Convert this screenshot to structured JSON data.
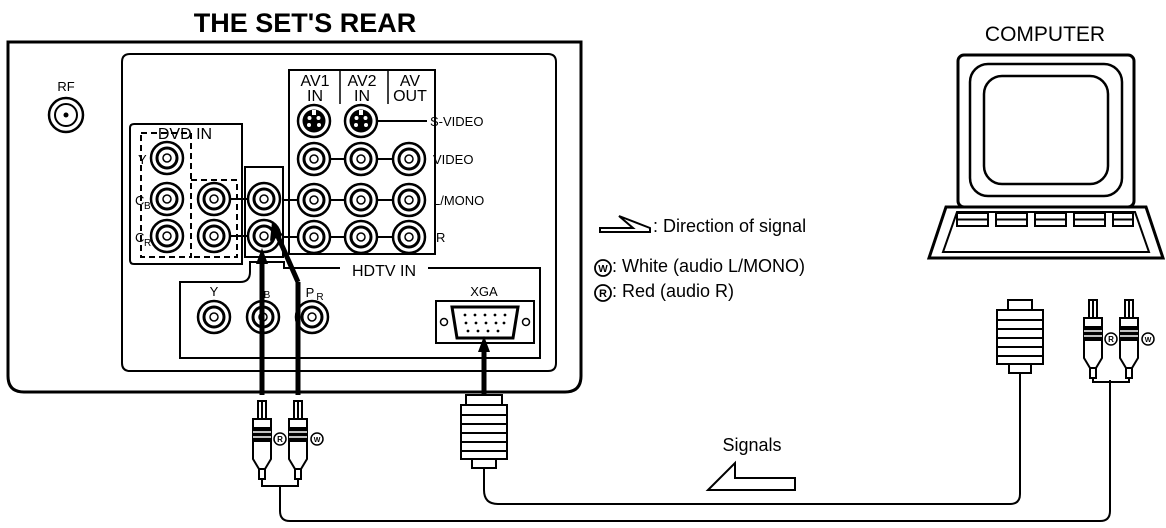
{
  "diagram": {
    "title": "THE SET'S REAR",
    "computer_label": "COMPUTER",
    "jacks": {
      "rf": "RF",
      "av1_top": "AV1",
      "av1_bottom": "IN",
      "av2_top": "AV2",
      "av2_bottom": "IN",
      "avout_top": "AV",
      "avout_bottom": "OUT",
      "svideo": "S-VIDEO",
      "video": "VIDEO",
      "lmono": "L/MONO",
      "r": "R",
      "dvd_in": "DVD IN",
      "dvd_y": "Y",
      "dvd_cb": "C",
      "dvd_cb_sub": "B",
      "dvd_cr": "C",
      "dvd_cr_sub": "R",
      "hdtv_in": "HDTV IN",
      "hdtv_y": "Y",
      "hdtv_pb_sub": "B",
      "hdtv_pr": "P",
      "hdtv_pr_sub": "R",
      "xga": "XGA"
    },
    "legend": {
      "direction": ": Direction of signal",
      "white": ": White (audio  L/MONO)",
      "red": ": Red (audio R)"
    },
    "plug_marks": {
      "red": "R",
      "white": "W"
    },
    "signals_label": "Signals"
  }
}
